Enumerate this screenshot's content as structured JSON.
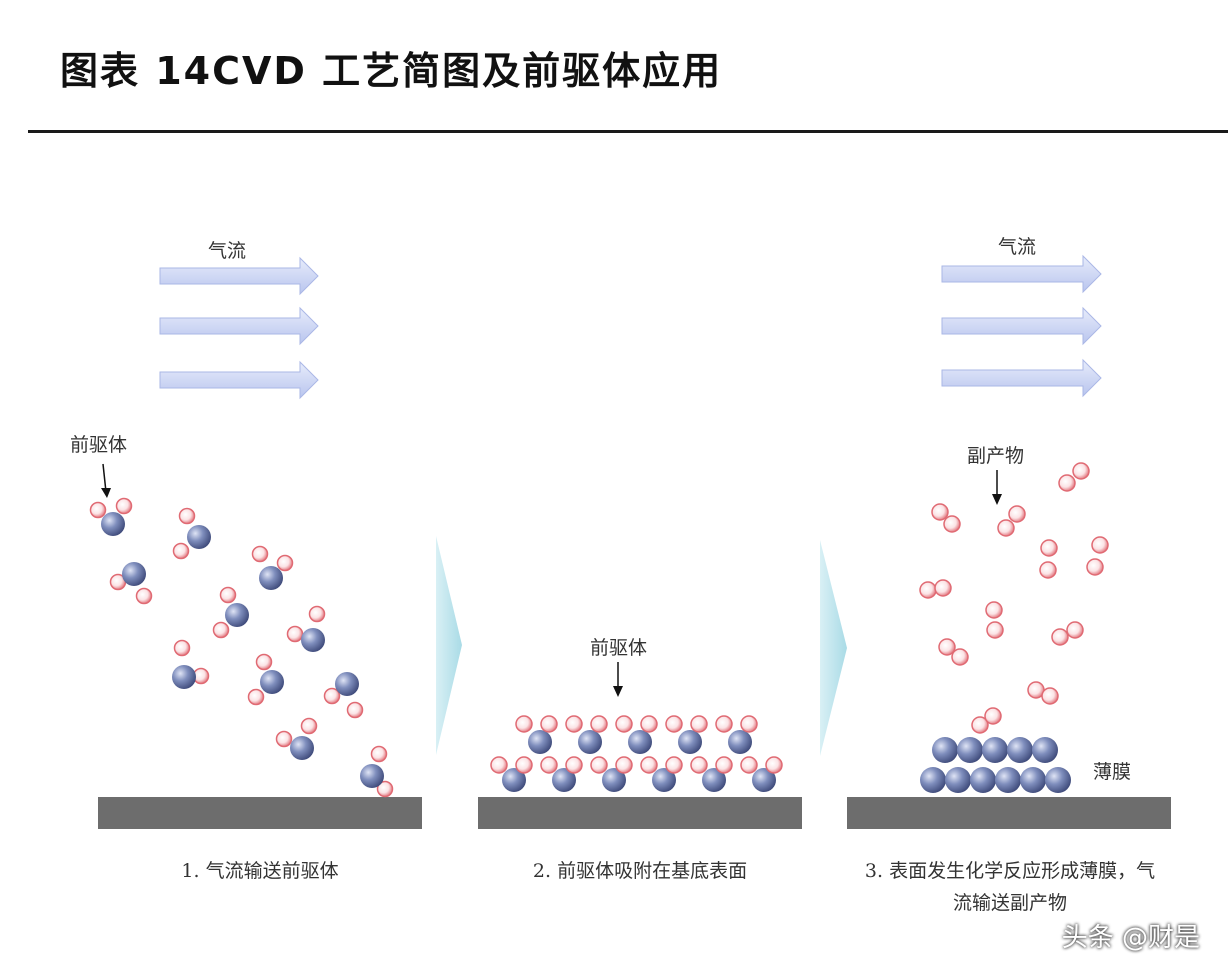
{
  "title": "图表 14CVD 工艺简图及前驱体应用",
  "colors": {
    "gas_arrow": "#c8d2f0",
    "gas_arrow_border": "#a9b6e6",
    "step_arrow": "#bfe4ec",
    "substrate": "#6d6d6d",
    "red_atom": "#e8838a",
    "blue_atom": "#6f7fae"
  },
  "panel1": {
    "gas_flow_label": "气流",
    "precursor_label": "前驱体",
    "caption": "1. 气流输送前驱体"
  },
  "panel2": {
    "precursor_label": "前驱体",
    "caption": "2. 前驱体吸附在基底表面"
  },
  "panel3": {
    "gas_flow_label": "气流",
    "byproduct_label": "副产物",
    "film_label": "薄膜",
    "caption_line1": "3. 表面发生化学反应形成薄膜，气",
    "caption_line2": "流输送副产物"
  },
  "watermark": "头条 @财是"
}
